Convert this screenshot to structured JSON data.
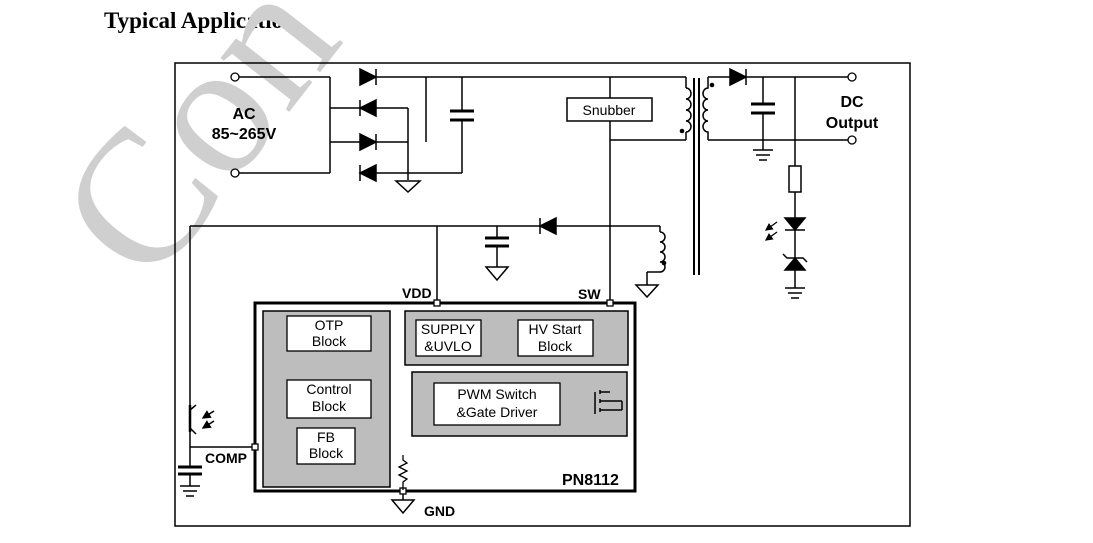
{
  "heading": "Typical Application",
  "watermark": "Con",
  "labels": {
    "ac_label": "AC",
    "ac_range": "85~265V",
    "dc_line1": "DC",
    "dc_line2": "Output",
    "snubber": "Snubber",
    "vdd": "VDD",
    "sw": "SW",
    "comp": "COMP",
    "gnd": "GND",
    "part": "PN8112"
  },
  "blocks": {
    "otp": [
      "OTP",
      "Block"
    ],
    "control": [
      "Control",
      "Block"
    ],
    "fb": [
      "FB",
      "Block"
    ],
    "supply": [
      "SUPPLY",
      "&UVLO"
    ],
    "hvstart": [
      "HV Start",
      "Block"
    ],
    "pwm": [
      "PWM Switch",
      "&Gate Driver"
    ]
  }
}
